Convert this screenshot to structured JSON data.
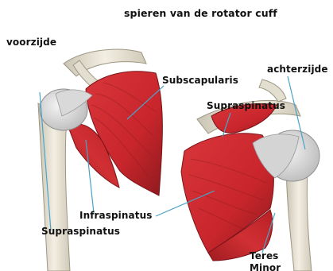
{
  "figure": {
    "title": "spieren van de rotator cuff",
    "view_front": "voorzijde",
    "view_back": "achterzijde",
    "labels": {
      "subscapularis": "Subscapularis",
      "supraspinatus_back": "Supraspinatus",
      "infraspinatus": "Infraspinatus",
      "supraspinatus_front": "Supraspinatus",
      "teres_minor_line1": "Teres",
      "teres_minor_line2": "Minor"
    }
  },
  "colors": {
    "muscle": "#c8262c",
    "muscle_dark": "#8e1a1e",
    "bone": "#e9e5d8",
    "tendon": "#d8d8d8",
    "leader_line": "#4aa3c8"
  }
}
